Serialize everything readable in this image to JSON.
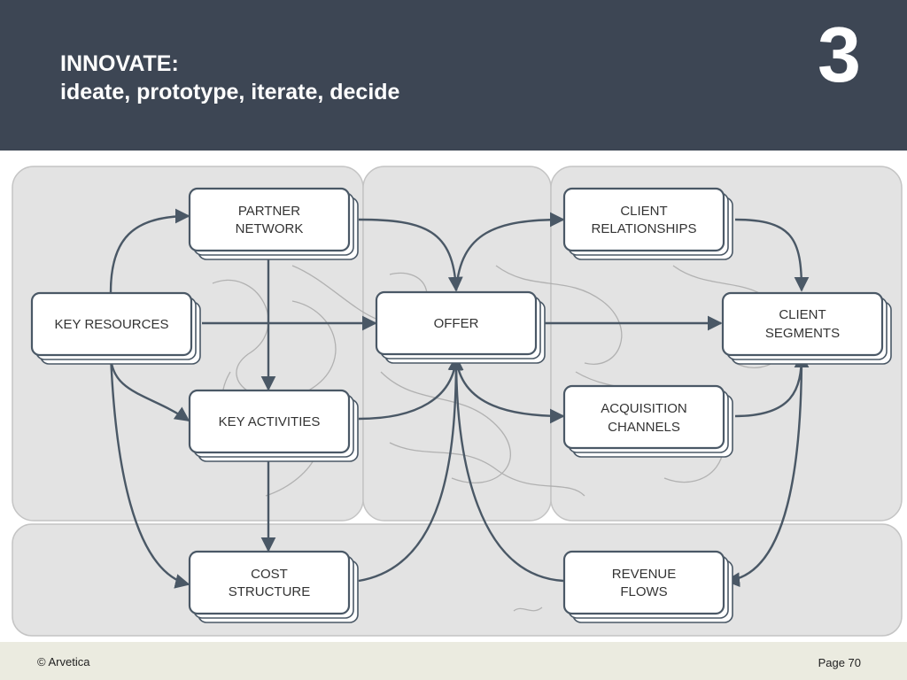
{
  "header": {
    "title_line1": "INNOVATE:",
    "title_line2": "ideate, prototype, iterate, decide",
    "step_number": "3"
  },
  "diagram": {
    "blocks": {
      "partner_network": [
        "PARTNER",
        "NETWORK"
      ],
      "key_resources": [
        "KEY RESOURCES"
      ],
      "key_activities": [
        "KEY ACTIVITIES"
      ],
      "cost_structure": [
        "COST",
        "STRUCTURE"
      ],
      "offer": [
        "OFFER"
      ],
      "client_relationships": [
        "CLIENT",
        "RELATIONSHIPS"
      ],
      "client_segments": [
        "CLIENT",
        "SEGMENTS"
      ],
      "acquisition_channels": [
        "ACQUISITION",
        "CHANNELS"
      ],
      "revenue_flows": [
        "REVENUE",
        "FLOWS"
      ]
    }
  },
  "footer": {
    "copyright": "© Arvetica",
    "page": "Page 70"
  },
  "colors": {
    "header_bg": "#3d4654",
    "connector": "#4a5866",
    "box_border": "#4a5866",
    "panel_bg": "#e3e3e3",
    "footer_bg": "#ebebe0"
  }
}
